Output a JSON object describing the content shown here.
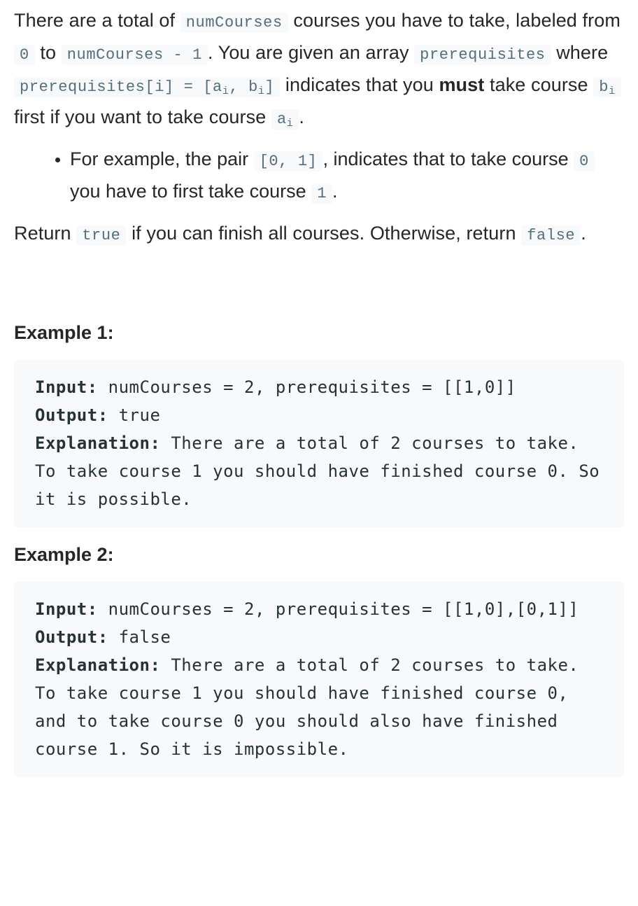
{
  "intro": {
    "t1": "There are a total of ",
    "c1": "numCourses",
    "t2": " courses you have to take, labeled from ",
    "c2": "0",
    "t3": " to ",
    "c3": "numCourses - 1",
    "t4": ". You are given an array ",
    "c4": "prerequisites",
    "t5": " where ",
    "c5_main": "prerequisites[i] = [a",
    "c5_sub1": "i",
    "c5_mid": ", b",
    "c5_sub2": "i",
    "c5_end": "]",
    "t6": " indicates that you ",
    "t6_bold": "must",
    "t7": " take course ",
    "c6_main": "b",
    "c6_sub": "i",
    "t8": " first if you want to take course ",
    "c7_main": "a",
    "c7_sub": "i",
    "t9": "."
  },
  "bullet": {
    "t1": "For example, the pair ",
    "c1": "[0, 1]",
    "t2": ", indicates that to take course ",
    "c2": "0",
    "t3": " you have to first take course ",
    "c3": "1",
    "t4": "."
  },
  "para2": {
    "t1": "Return ",
    "c1": "true",
    "t2": " if you can finish all courses. Otherwise, return ",
    "c2": "false",
    "t3": "."
  },
  "example1": {
    "title": "Example 1:",
    "input_label": "Input:",
    "input_value": " numCourses = 2, prerequisites = [[1,0]]",
    "output_label": "Output:",
    "output_value": " true",
    "explanation_label": "Explanation:",
    "explanation_value": " There are a total of 2 courses to take.\nTo take course 1 you should have finished course 0. So it is possible."
  },
  "example2": {
    "title": "Example 2:",
    "input_label": "Input:",
    "input_value": " numCourses = 2, prerequisites = [[1,0],[0,1]]",
    "output_label": "Output:",
    "output_value": " false",
    "explanation_label": "Explanation:",
    "explanation_value": " There are a total of 2 courses to take.\nTo take course 1 you should have finished course 0, and to take course 0 you should also have finished course 1. So it is impossible."
  }
}
